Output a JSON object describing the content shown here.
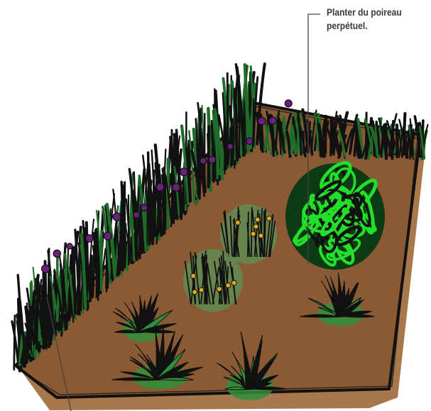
{
  "callout": {
    "line1": "Planter du poireau",
    "line2": "perpétuel."
  },
  "colors": {
    "soil": "#8a5a34",
    "soil_shadow": "#a06838",
    "outline": "#111111",
    "grass_dark": "#1e6b2a",
    "leek_bright": "#22e02a",
    "agave_green": "#2f8f3a",
    "chive_flower": "#6a1f7a",
    "yellow_flower": "#e0a81e",
    "leader_line": "#444444",
    "label_text": "#3a3a3a"
  },
  "plants": [
    {
      "kind": "agave-clump",
      "icon": "agave-icon"
    },
    {
      "kind": "leek-bush",
      "icon": "perpetual-leek-icon"
    },
    {
      "kind": "flowering-herb",
      "icon": "yellow-flower-herb-icon"
    },
    {
      "kind": "chive-row",
      "icon": "chive-flower-icon"
    },
    {
      "kind": "grass-row",
      "icon": "grass-tuft-icon"
    }
  ]
}
